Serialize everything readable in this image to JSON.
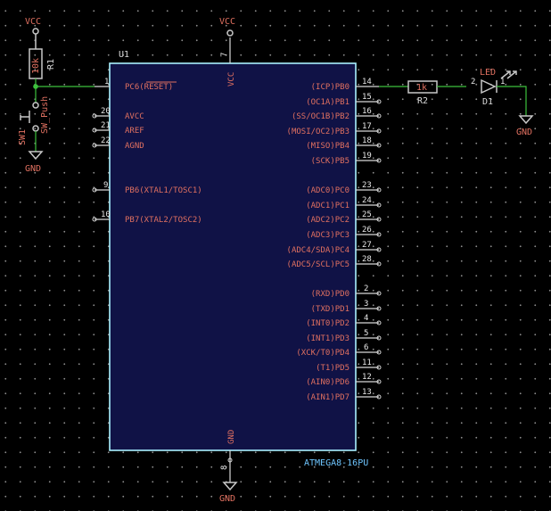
{
  "schematic": {
    "chip": {
      "ref": "U1",
      "value": "ATMEGA8-16PU",
      "vcc_pin": {
        "num": "7",
        "name": "VCC"
      },
      "gnd_pin": {
        "num": "8",
        "name": "GND"
      },
      "left_pins": [
        {
          "num": "1",
          "name": "PC6(RESET)"
        },
        {
          "num": "20",
          "name": "AVCC"
        },
        {
          "num": "21",
          "name": "AREF"
        },
        {
          "num": "22",
          "name": "AGND"
        },
        {
          "num": "9",
          "name": "PB6(XTAL1/TOSC1)"
        },
        {
          "num": "10",
          "name": "PB7(XTAL2/TOSC2)"
        }
      ],
      "right_pins": [
        {
          "num": "14",
          "name": "(ICP)PB0"
        },
        {
          "num": "15",
          "name": "(OC1A)PB1"
        },
        {
          "num": "16",
          "name": "(SS/OC1B)PB2"
        },
        {
          "num": "17",
          "name": "(MOSI/OC2)PB3"
        },
        {
          "num": "18",
          "name": "(MISO)PB4"
        },
        {
          "num": "19",
          "name": "(SCK)PB5"
        },
        {
          "num": "23",
          "name": "(ADC0)PC0"
        },
        {
          "num": "24",
          "name": "(ADC1)PC1"
        },
        {
          "num": "25",
          "name": "(ADC2)PC2"
        },
        {
          "num": "26",
          "name": "(ADC3)PC3"
        },
        {
          "num": "27",
          "name": "(ADC4/SDA)PC4"
        },
        {
          "num": "28",
          "name": "(ADC5/SCL)PC5"
        },
        {
          "num": "2",
          "name": "(RXD)PD0"
        },
        {
          "num": "3",
          "name": "(TXD)PD1"
        },
        {
          "num": "4",
          "name": "(INT0)PD2"
        },
        {
          "num": "5",
          "name": "(INT1)PD3"
        },
        {
          "num": "6",
          "name": "(XCK/T0)PD4"
        },
        {
          "num": "11",
          "name": "(T1)PD5"
        },
        {
          "num": "12",
          "name": "(AIN0)PD6"
        },
        {
          "num": "13",
          "name": "(AIN1)PD7"
        }
      ]
    },
    "resistor_r1": {
      "ref": "R1",
      "value": "10k"
    },
    "switch_sw1": {
      "ref": "SW1",
      "value": "SW_Push"
    },
    "resistor_r2": {
      "ref": "R2",
      "value": "1k"
    },
    "led_d1": {
      "ref": "D1",
      "value": "LED",
      "pin_a": "2",
      "pin_k": "1"
    },
    "power": {
      "vcc_left": "VCC",
      "gnd_left": "GND",
      "vcc_chip": "VCC",
      "gnd_chip": "GND",
      "gnd_led": "GND"
    }
  }
}
